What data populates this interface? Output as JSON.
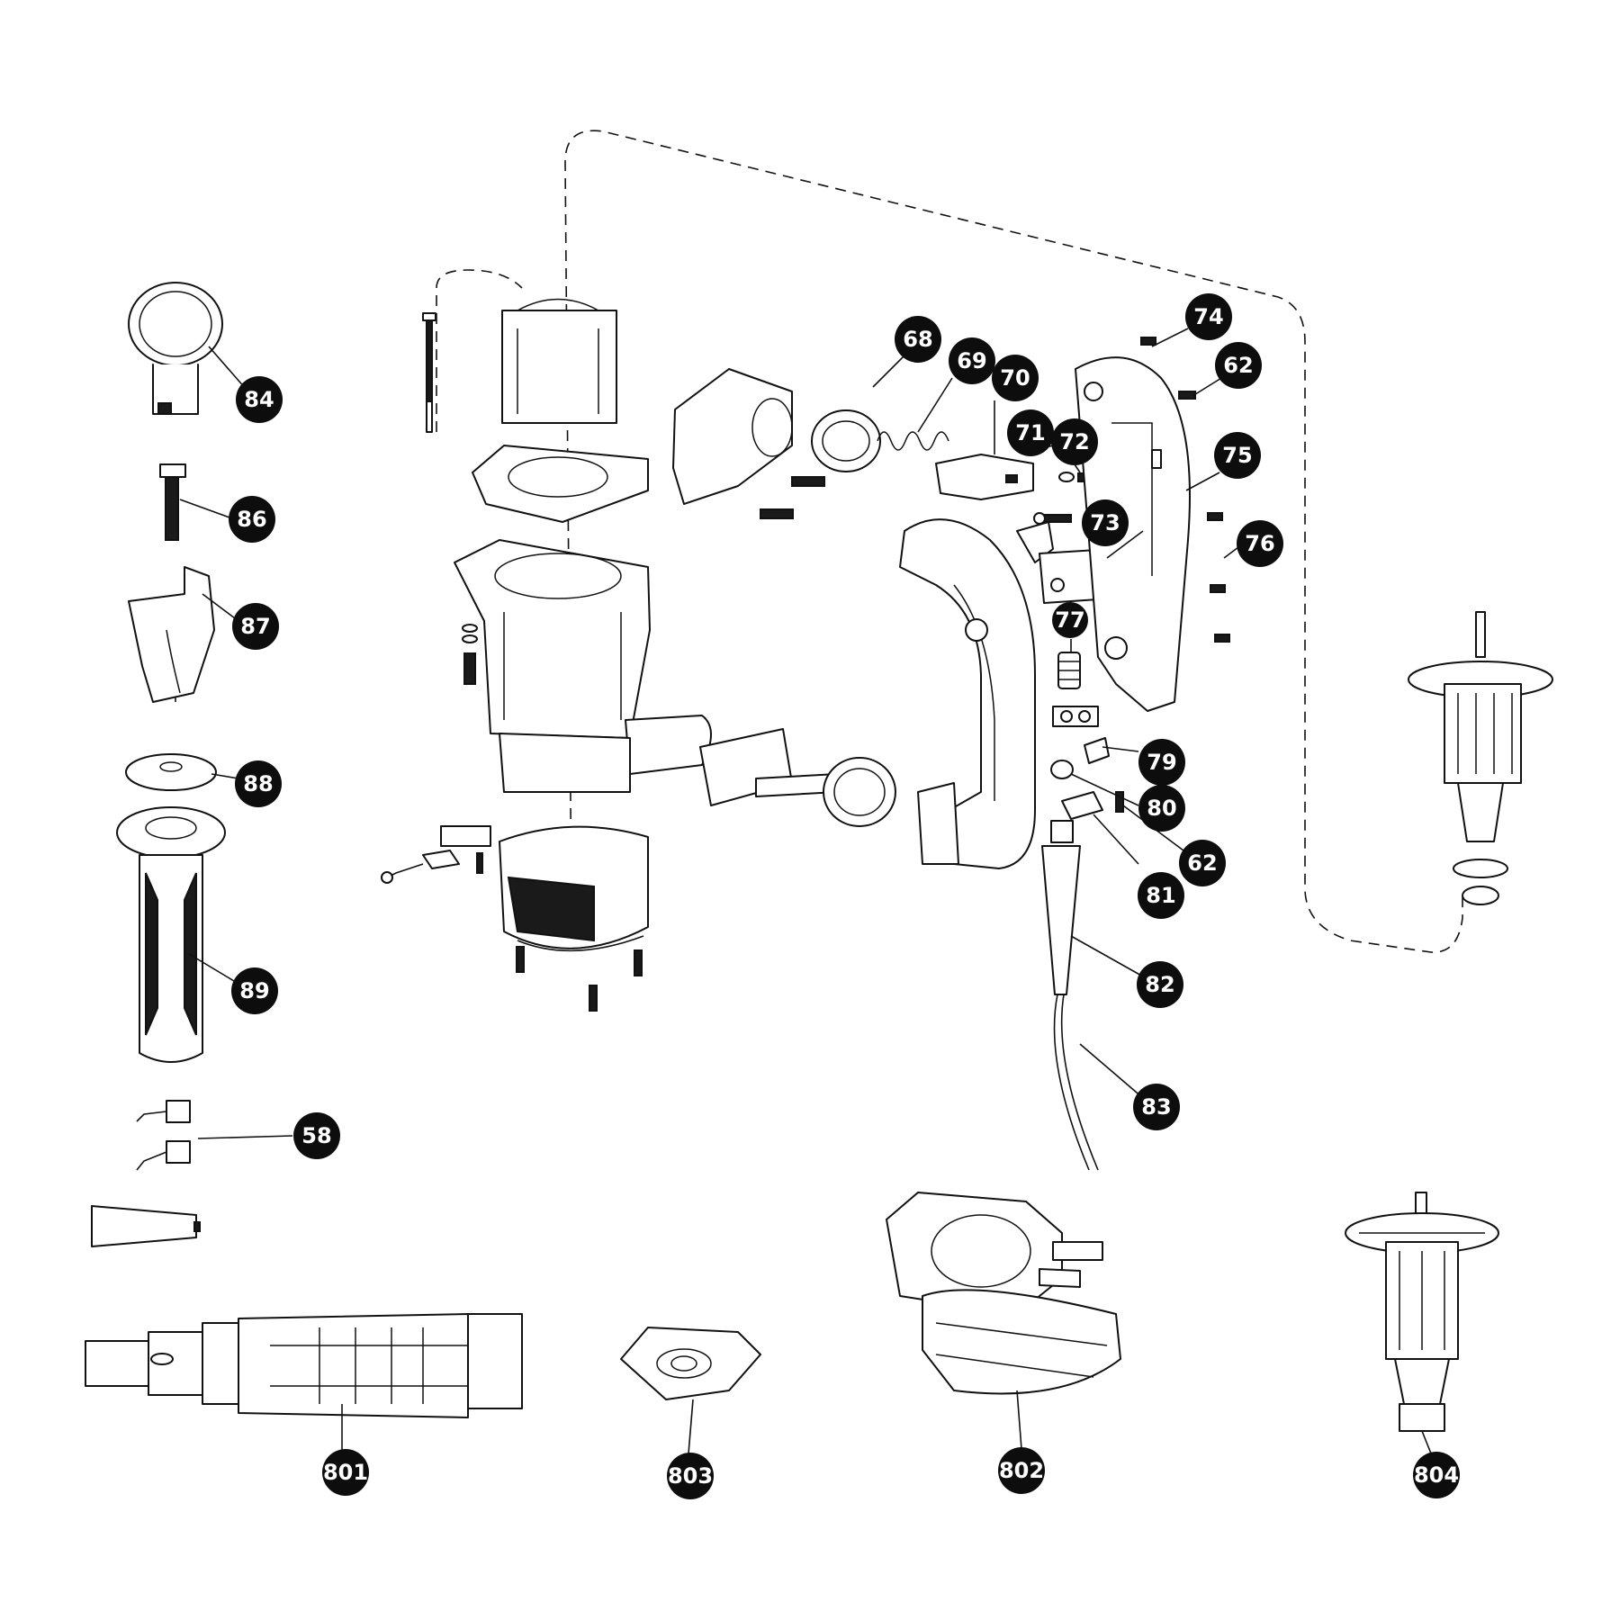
{
  "colors": {
    "badge": "#0d0d0d",
    "badge_text": "#ffffff",
    "line": "#111111"
  },
  "labels": {
    "l84": "84",
    "l86": "86",
    "l87": "87",
    "l88": "88",
    "l89": "89",
    "l58": "58",
    "l68": "68",
    "l69": "69",
    "l70": "70",
    "l71": "71",
    "l72": "72",
    "l73": "73",
    "l74": "74",
    "l62a": "62",
    "l75": "75",
    "l76": "76",
    "l77": "77",
    "l79": "79",
    "l80": "80",
    "l62b": "62",
    "l81": "81",
    "l82": "82",
    "l83": "83",
    "l801": "801",
    "l803": "803",
    "l802": "802",
    "l804": "804"
  }
}
